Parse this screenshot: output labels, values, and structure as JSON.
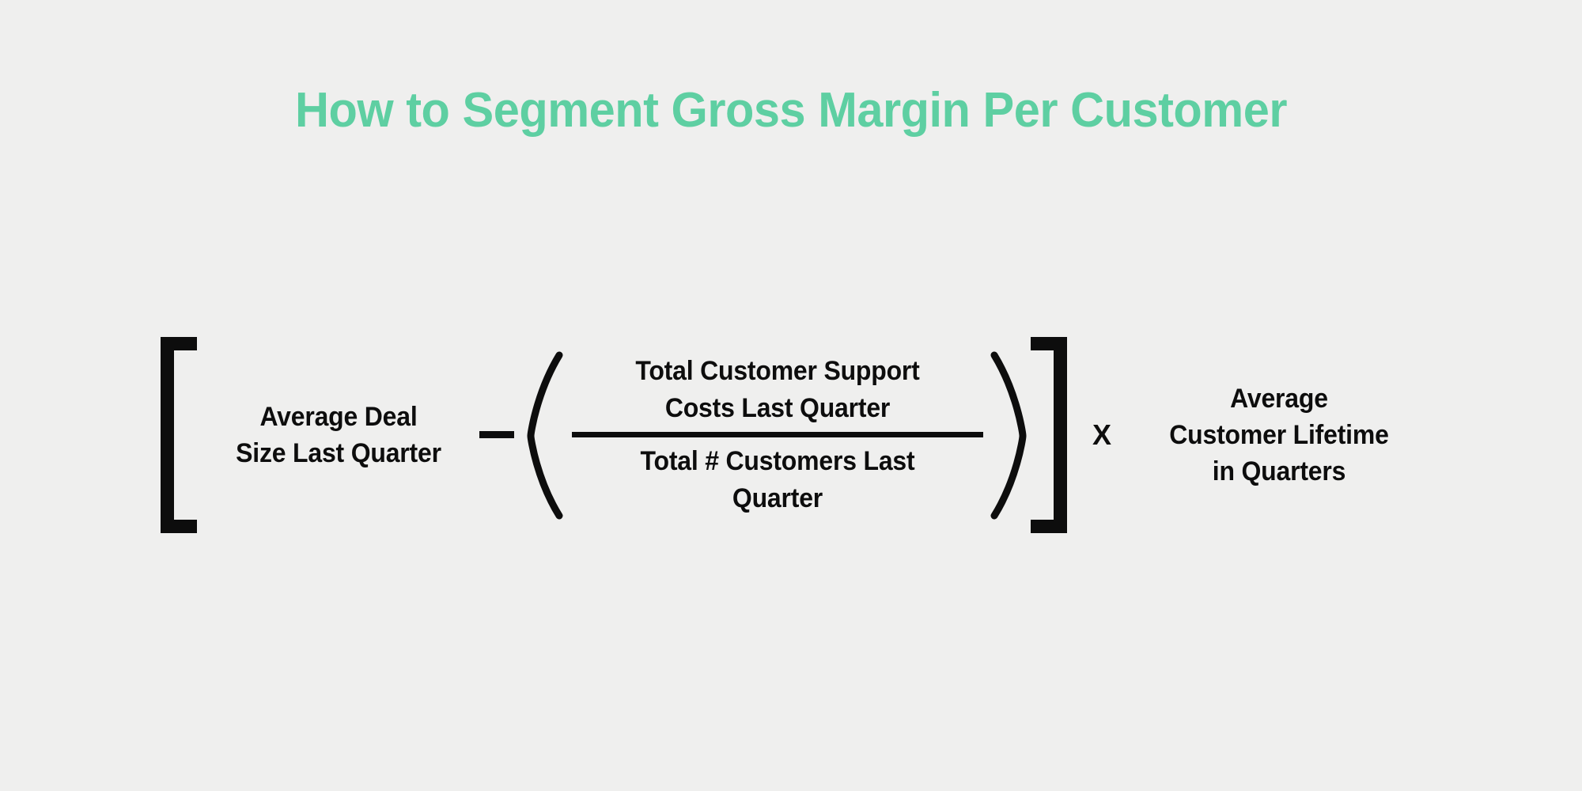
{
  "page": {
    "background_color": "#efefee",
    "text_color": "#0d0d0d",
    "accent_color": "#5ecfa2"
  },
  "title": {
    "text": "How to Segment Gross Margin Per Customer",
    "color": "#5ecfa2"
  },
  "formula": {
    "bracket_open": "[",
    "bracket_close": "]",
    "paren_open": "(",
    "paren_close": ")",
    "minus_symbol": "—",
    "times_symbol": "X",
    "first_term": {
      "line1": "Average Deal",
      "line2": "Size Last Quarter"
    },
    "fraction": {
      "numerator_line1": "Total Customer Support",
      "numerator_line2": "Costs Last Quarter",
      "denominator_line1": "Total # Customers Last",
      "denominator_line2": "Quarter"
    },
    "last_term": {
      "line1": "Average",
      "line2": "Customer Lifetime",
      "line3": "in Quarters"
    }
  }
}
